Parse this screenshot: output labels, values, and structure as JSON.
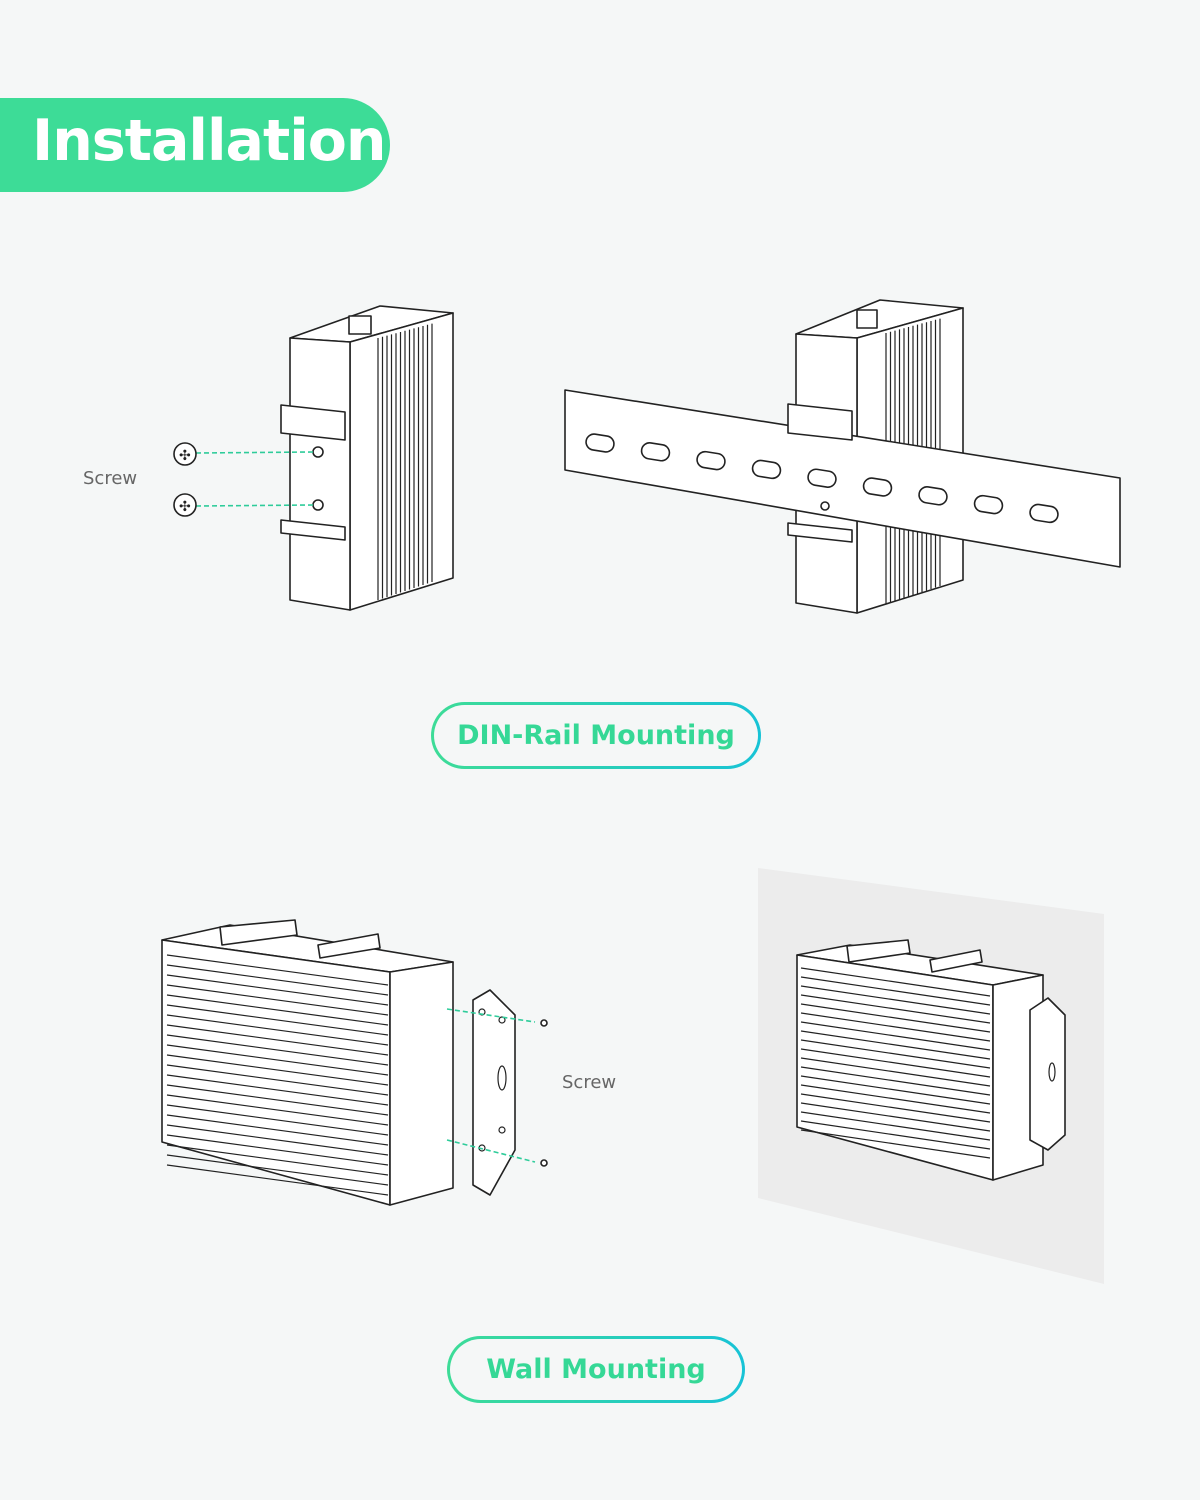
{
  "header": {
    "title": "Installation"
  },
  "din_rail": {
    "screw_label": "Screw",
    "caption": "DIN-Rail Mounting"
  },
  "wall": {
    "screw_label": "Screw",
    "caption": "Wall Mounting"
  },
  "colors": {
    "accent": "#3ddc97",
    "accent_end": "#17c3d6",
    "background": "#f5f7f7",
    "guide": "#2ecc9a"
  }
}
